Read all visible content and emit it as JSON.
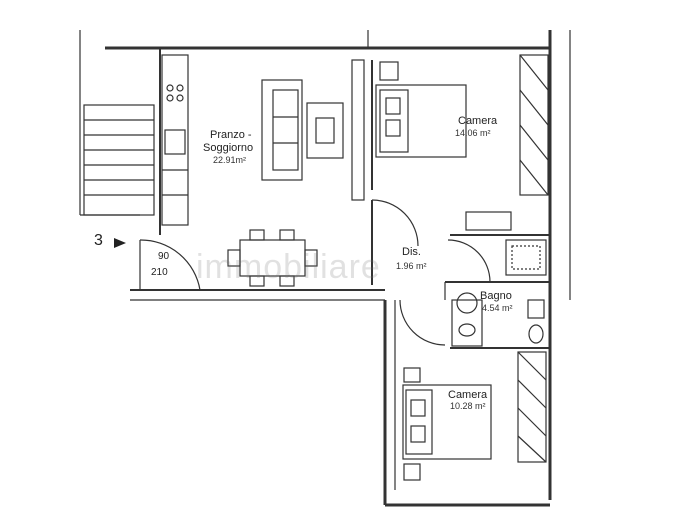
{
  "rooms": {
    "living": {
      "name_line1": "Pranzo -",
      "name_line2": "Soggiorno",
      "area": "22.91m²"
    },
    "bedroom_top": {
      "name": "Camera",
      "area": "14.06 m²"
    },
    "hall": {
      "name": "Dis.",
      "area": "1.96 m²"
    },
    "bathroom": {
      "name": "Bagno",
      "area": "4.54 m²"
    },
    "bedroom_bottom": {
      "name": "Camera",
      "area": "10.28 m²"
    }
  },
  "entrance": {
    "label": "3",
    "door_width": "90",
    "door_height": "210"
  },
  "watermark": "immobiliare"
}
